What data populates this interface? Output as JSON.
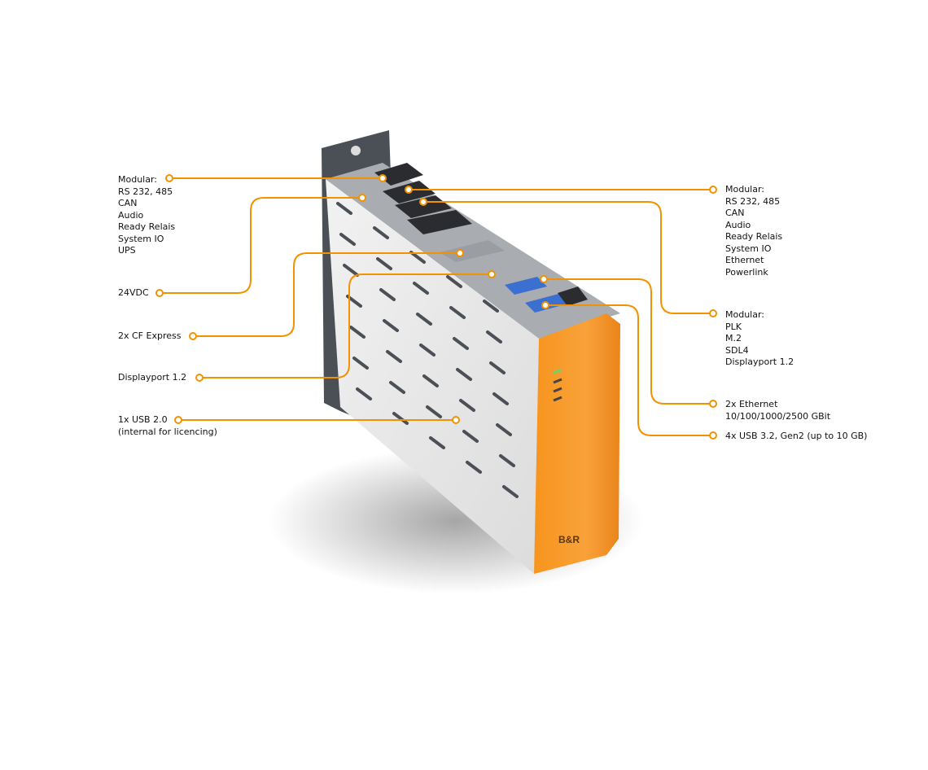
{
  "accent_color": "#f39200",
  "device_color": "#f7941d",
  "brand_logo": "B&R",
  "left_callouts": [
    {
      "lines": [
        "Modular:",
        "RS 232, 485",
        "CAN",
        "Audio",
        "Ready Relais",
        "System IO",
        "UPS"
      ]
    },
    {
      "lines": [
        "24VDC"
      ]
    },
    {
      "lines": [
        "2x CF Express"
      ]
    },
    {
      "lines": [
        "Displayport 1.2"
      ]
    },
    {
      "lines": [
        "1x USB 2.0",
        "(internal for licencing)"
      ]
    }
  ],
  "right_callouts": [
    {
      "lines": [
        "Modular:",
        "RS 232, 485",
        "CAN",
        "Audio",
        "Ready Relais",
        "System IO",
        "Ethernet",
        "Powerlink"
      ]
    },
    {
      "lines": [
        "Modular:",
        "PLK",
        "M.2",
        "SDL4",
        "Displayport 1.2"
      ]
    },
    {
      "lines": [
        "2x Ethernet",
        "10/100/1000/2500 GBit"
      ]
    },
    {
      "lines": [
        "4x USB 3.2, Gen2 (up to 10 GB)"
      ]
    }
  ]
}
